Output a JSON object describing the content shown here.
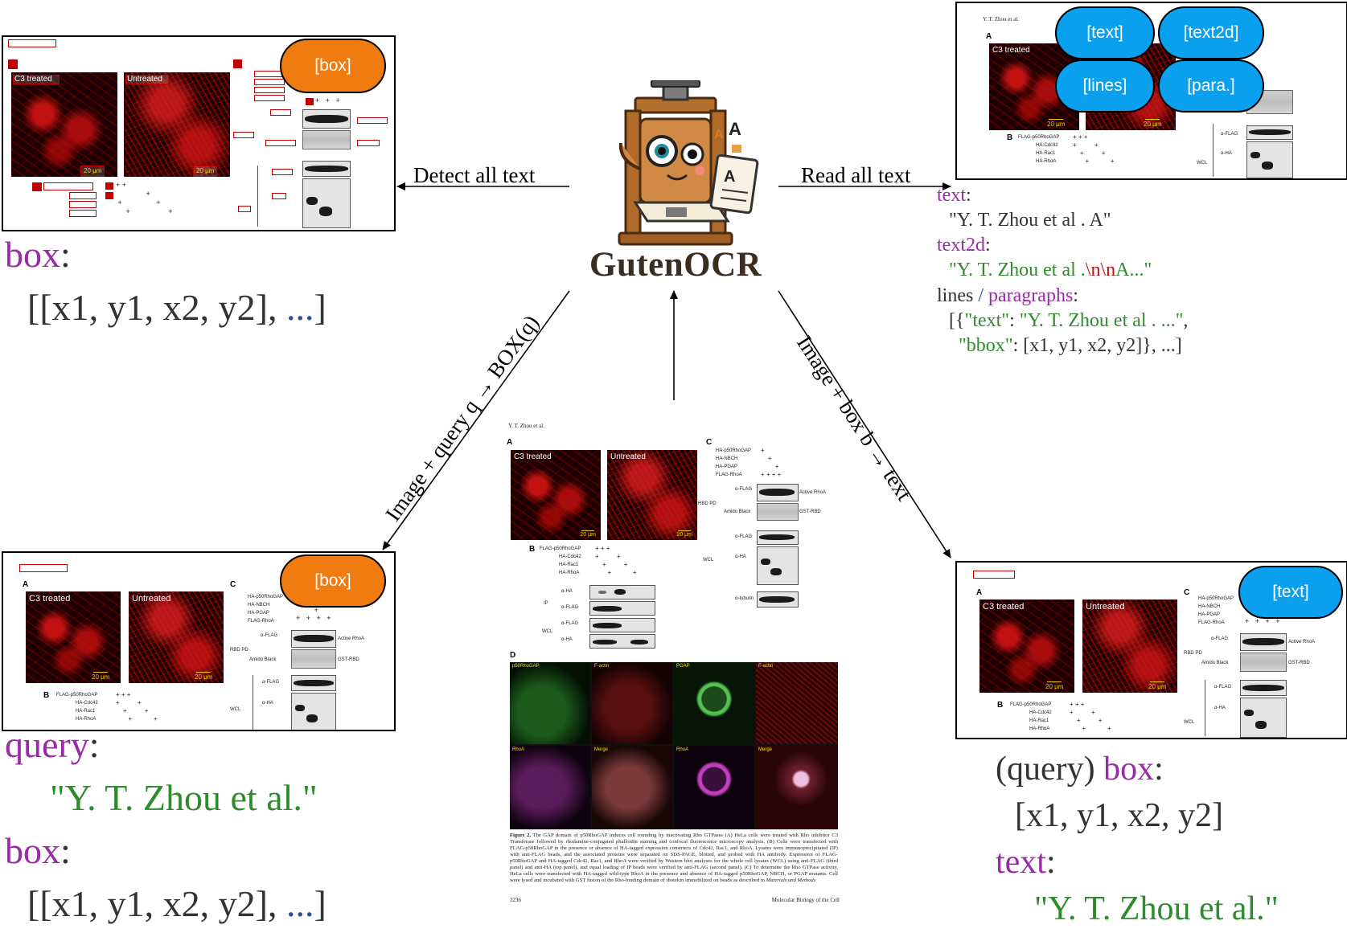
{
  "center": {
    "logo_name": "GutenOCR",
    "doc": {
      "header": "Y. T. Zhou et al.",
      "panel_a": "A",
      "panel_b": "B",
      "panel_c": "C",
      "panel_d": "D",
      "img1_label": "C3 treated",
      "img2_label": "Untreated",
      "scale": "20 μm",
      "b_rows": [
        "FLAG-p50RhoGAP",
        "HA-Cdc42",
        "HA-Rac1",
        "HA-RhoA"
      ],
      "c_rows": [
        "HA-p50RhoGAP",
        "HA-NBCH",
        "HA-PGAP",
        "FLAG-RhoA"
      ],
      "ip": "IP",
      "wcl": "WCL",
      "rbd_pd": "RBD PD",
      "a_ha": "α-HA",
      "a_flag": "α-FLAG",
      "amido": "Amido Black",
      "active_rhoa": "Active RhoA",
      "gst_rbd": "GST-RBD",
      "a_tubulin": "α-tubulin",
      "fluor_labels": [
        "p50RhoGAP",
        "F-actin",
        "PGAP",
        "F-actin",
        "RhoA",
        "Merge",
        "RhoA",
        "Merge"
      ],
      "caption_title": "Figure 2.",
      "caption": "The GAP domain of p50RhoGAP induces cell rounding by inactivating Rho GTPases (A) HeLa cells were treated with Rho inhibitor C3 Transferase followed by rhodamine-conjugated phalloidin staining and confocal fluorescence microscopy analysis. (B) Cells were transfected with FLAG-p50RhoGAP in the presence or absence of HA-tagged expression constructs of Cdc42, Rac1, and RhoA. Lysates were immunoprecipitated (IP) with anti-FLAG beads, and the associated proteins were separated on SDS-PAGE, blotted, and probed with HA antibody. Expression of FLAG-p50RhoGAP and HA-tagged Cdc42, Rac1, and RhoA were verified by Western blot analyses for the whole cell lysates (WCL) using anti-FLAG (third panel) and anti-HA (top panel), and equal loading of IP beads were verified by anti-FLAG (second panel). (C) To determine the Rho GTPase activity, HeLa cells were transfected with HA-tagged wild-type RhoA in the presence and absence of HA-tagged p50RhoGAP, NBCH, or PGAP mutants. Cell were lysed and incubated with GST fusion of the Rho-binding domain of rhotekin immobilized on beads as described in",
      "caption_italic": "Materials and Methods",
      "page_num": "3236",
      "journal": "Molecular Biology of the Cell"
    }
  },
  "arrows": {
    "detect": "Detect all text",
    "read": "Read all text",
    "query_label": "Image + query q → BOX(q)",
    "box_label": "Image + box b → text"
  },
  "top_left": {
    "pill": "[box]",
    "out_key": "box",
    "out_value_a": "[[x1, y1, x2, y2], ",
    "out_value_b": "...",
    "out_value_c": "]"
  },
  "top_right": {
    "pills": [
      "[text]",
      "[text2d]",
      "[lines]",
      "[para.]"
    ],
    "text_key": "text",
    "text_value": "\"Y. T. Zhou et al . A\"",
    "text2d_key": "text2d",
    "text2d_value_a": "\"Y. T. Zhou et al .",
    "text2d_value_b": "\\n\\n",
    "text2d_value_c": "A...\"",
    "lines_key": "lines",
    "slash": " / ",
    "para_key": "paragraphs",
    "colon": ":",
    "json_line1_a": "[{",
    "json_line1_b": "\"text\"",
    "json_line1_c": ": ",
    "json_line1_d": "\"Y. T. Zhou et al . ...\"",
    "json_line1_e": ",",
    "json_line2_a": "\"bbox\"",
    "json_line2_b": ": [x1, y1, x2, y2]}, ...]"
  },
  "bottom_left": {
    "pill": "[box]",
    "query_key": "query",
    "query_value": "\"Y. T. Zhou et al.\"",
    "box_key": "box",
    "box_value_a": "[[x1, y1, x2, y2], ",
    "box_value_b": "...",
    "box_value_c": "]"
  },
  "bottom_right": {
    "pill": "[text]",
    "qbox_a": "(query) ",
    "qbox_b": "box",
    "qbox_value": "[x1, y1, x2, y2]",
    "text_key": "text",
    "text_value": "\"Y. T. Zhou et al.\""
  }
}
